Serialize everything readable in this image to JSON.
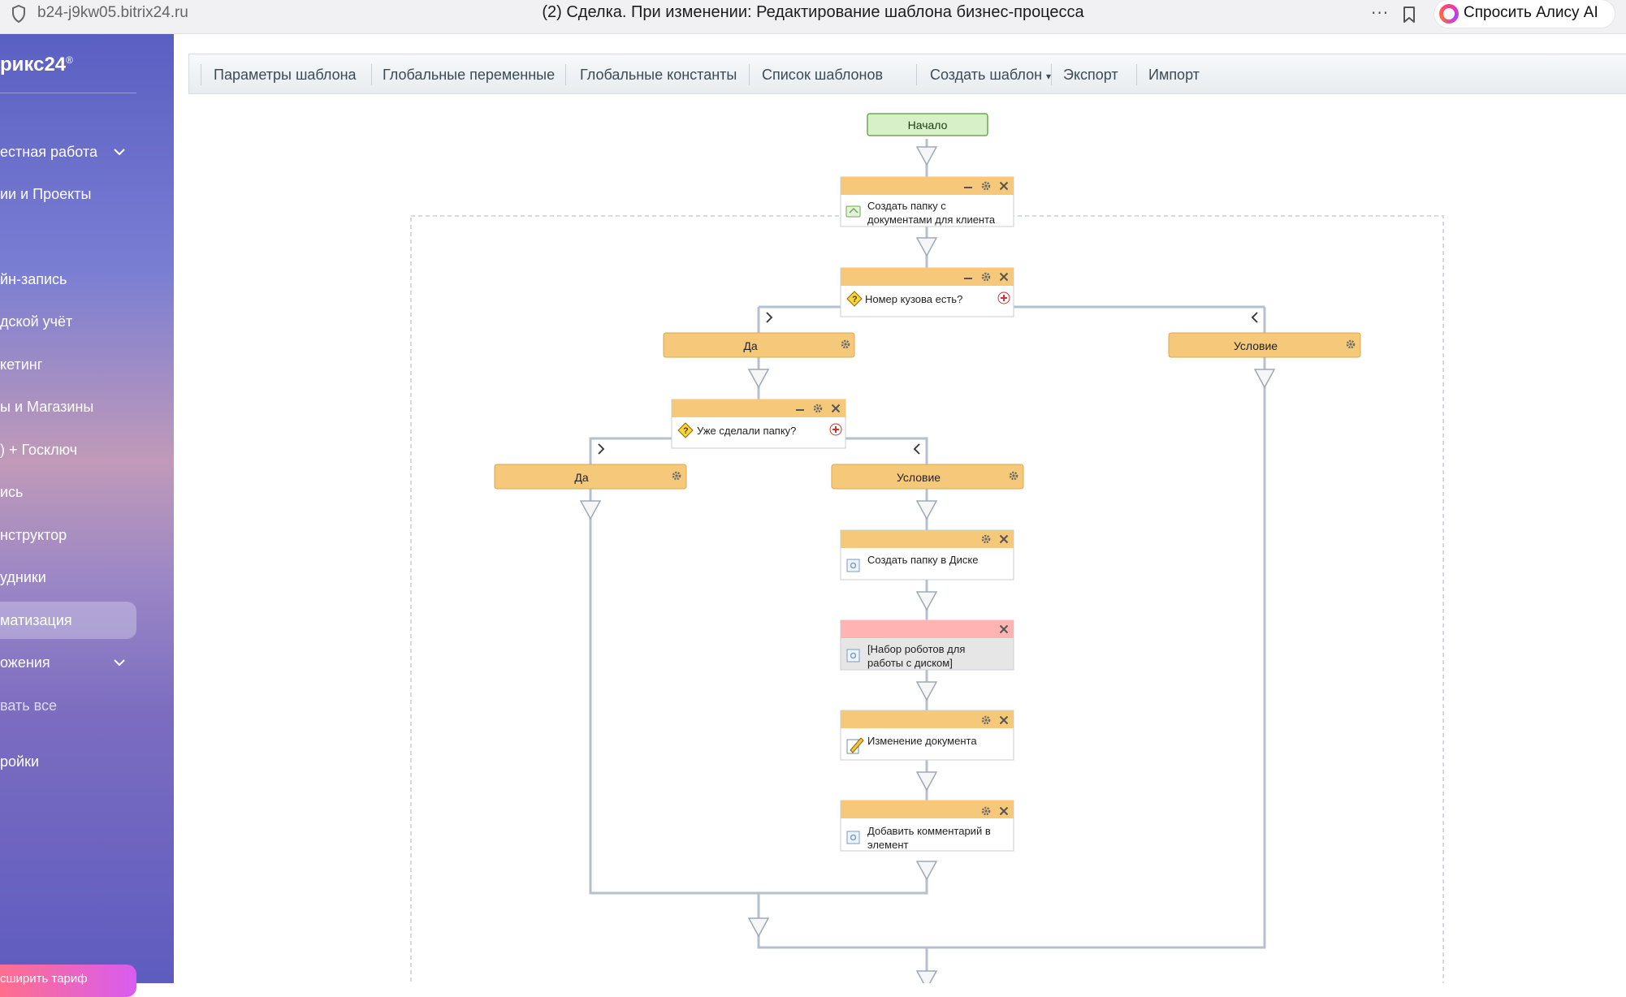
{
  "browser": {
    "url": "b24-j9kw05.bitrix24.ru",
    "page_title": "(2) Сделка. При изменении: Редактирование шаблона бизнес-процесса",
    "more": "···",
    "alice_label": "Спросить Алису AI"
  },
  "sidebar": {
    "logo": "рикс24",
    "items": [
      {
        "label": "естная работа",
        "chevron": true
      },
      {
        "label": "ии и Проекты"
      },
      {
        "label": "йн-запись"
      },
      {
        "label": "дской учёт"
      },
      {
        "label": "кетинг"
      },
      {
        "label": "ы и Магазины"
      },
      {
        "label": ") + Госключ"
      },
      {
        "label": "ись"
      },
      {
        "label": "нструктор"
      },
      {
        "label": "удники"
      },
      {
        "label": "матизация",
        "active": true
      },
      {
        "label": "ожения",
        "chevron": true
      },
      {
        "label": "вать все",
        "muted": true
      },
      {
        "label": "ройки"
      }
    ],
    "tariff_button": "сширить тариф"
  },
  "toolbar": {
    "items": [
      "Параметры шаблона",
      "Глобальные переменные",
      "Глобальные константы",
      "Список шаблонов",
      "Создать шаблон",
      "Экспорт",
      "Импорт"
    ],
    "dropdown_indicator": "▾"
  },
  "workflow": {
    "start": "Начало",
    "activities": {
      "create_folder_client": "Создать папку с документами для клиента",
      "condition_body_number": "Номер кузова есть?",
      "branch_yes_1": "Да",
      "branch_cond_1": "Условие",
      "condition_folder_made": "Уже сделали папку?",
      "branch_yes_2": "Да",
      "branch_cond_2": "Условие",
      "create_folder_disk": "Создать папку в Диске",
      "robots_disk": "[Набор роботов для работы с диском]",
      "change_document": "Изменение документа",
      "add_comment": "Добавить комментарий в элемент"
    },
    "colors": {
      "block_header": "#f6c97a",
      "block_header_disabled": "#ffb3b3",
      "connector": "#b4c0ce",
      "start_fill": "#d7f0c8",
      "start_border": "#6aa852"
    }
  }
}
